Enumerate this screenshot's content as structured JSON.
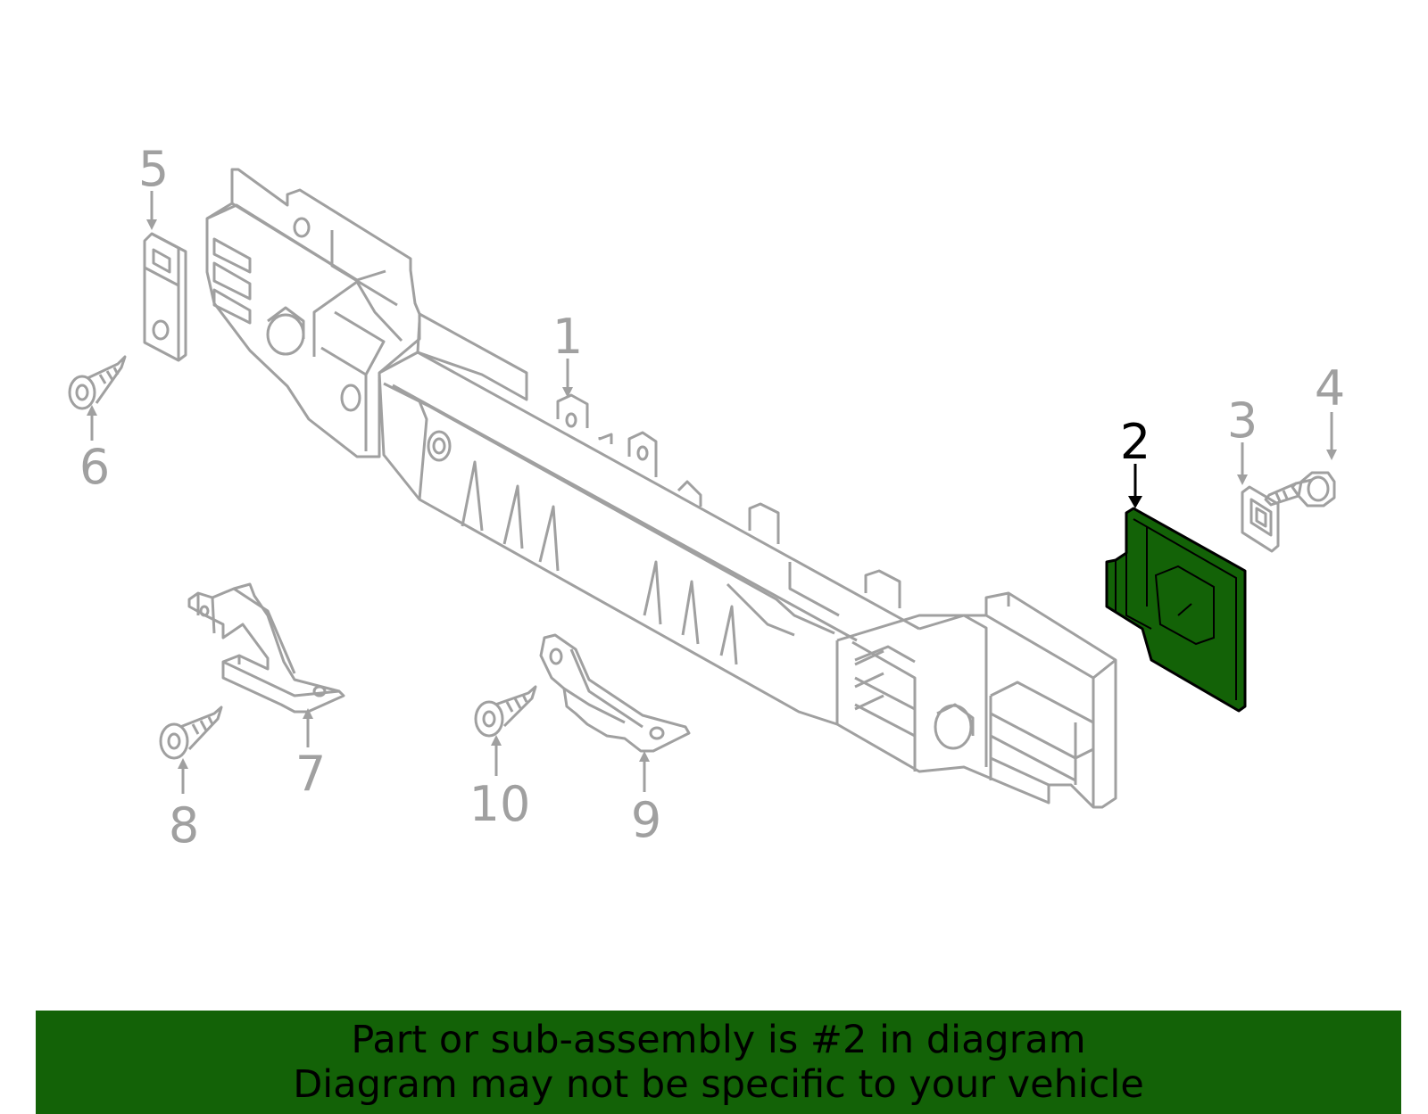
{
  "diagram": {
    "callouts": {
      "c1": "1",
      "c2": "2",
      "c3": "3",
      "c4": "4",
      "c5": "5",
      "c6": "6",
      "c7": "7",
      "c8": "8",
      "c9": "9",
      "c10": "10"
    },
    "highlighted_part": "2",
    "colors": {
      "line": "#a0a0a0",
      "highlight_fill": "#136207",
      "highlight_stroke": "#000000",
      "highlight_label": "#000000"
    }
  },
  "banner": {
    "line1": "Part or sub-assembly is #2 in diagram",
    "line2": "Diagram may not be specific to your vehicle",
    "background": "#136207"
  }
}
